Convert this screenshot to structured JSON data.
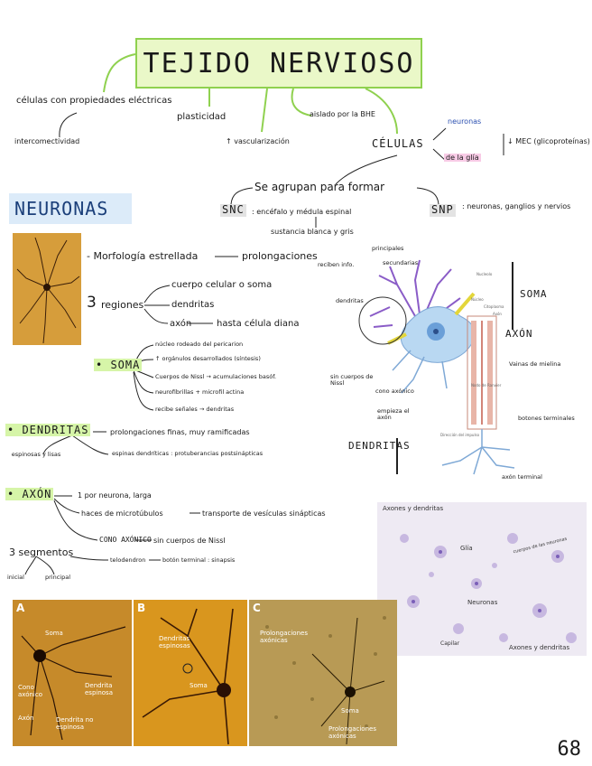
{
  "title": "TEJIDO NERVIOSO",
  "top_branches": {
    "celulas_props": "células con propiedades eléctricas",
    "intercon": "intercomectividad",
    "plasticidad": "plasticidad",
    "vasc": "↑ vascularización",
    "aislado": "aislado por la BHE",
    "celulas": "CÉLULAS",
    "neuronas_small": "neuronas",
    "glia_small": "de la glía",
    "mec": "↓ MEC (glicoproteínas)"
  },
  "agrupan": {
    "label": "Se agrupan para formar",
    "snc": "SNC",
    "snc_desc": ": encéfalo y médula espinal",
    "snc_desc2": "sustancia blanca y gris",
    "snp": "SNP",
    "snp_desc": ": neuronas, ganglios y nervios"
  },
  "neuronas": {
    "heading": "NEURONAS",
    "morfologia": "- Morfología estrellada",
    "prolongaciones": "prolongaciones",
    "regiones_n": "3",
    "regiones": "regiones",
    "cuerpo": "cuerpo celular o soma",
    "dendritas": "dendritas",
    "axon": "axón",
    "hasta": "hasta célula diana",
    "soma_label": "• SOMA",
    "soma_items": [
      "núcleo rodeado del pericarion",
      "↑ orgánulos desarrollados (síntesis)",
      "Cuerpos de Nissl → acumulaciones basóf.",
      "neurofibrillas + microfil actina",
      "recibe señales → dendritas"
    ],
    "dendritas_label": "• DENDRITAS",
    "dend_1": "prolongaciones finas, muy ramificadas",
    "dend_side": "espinosas y lisas",
    "dend_2": "espinas dendríticas : protuberancias postsinápticas",
    "axon_label": "• AXÓN",
    "axon_1": "1 por neurona, larga",
    "axon_2": "haces de microtúbulos",
    "axon_2b": "transporte de vesículas sinápticas",
    "cono": "CONO AXÓNICO",
    "cono_b": "sin cuerpos de Nissl",
    "segmentos": "3 segmentos",
    "seg_a": "inicial",
    "seg_b": "principal",
    "telodendron": "telodendron",
    "boton": "botón terminal : sinapsis"
  },
  "diagram": {
    "reciben": "reciben info.",
    "dendritas": "dendritas",
    "principales": "principales",
    "secundarias": "secundarias",
    "soma": "SOMA",
    "axon": "AXÓN",
    "vainas": "Vainas de mielina",
    "sin_cuerpos": "sin cuerpos de Nissl",
    "cono": "cono axónico",
    "empieza": "empieza el axón",
    "dendritas_big": "DENDRITAS",
    "botones": "botones terminales",
    "axon_terminal": "axón terminal",
    "tiny": [
      "Nucleolo",
      "Núcleo",
      "Citoplasma",
      "Axón",
      "Nodo de Ranvier",
      "Dirección del impulso"
    ]
  },
  "micrograph": {
    "axones_dendritas_top": "Axones y dendritas",
    "glia": "Glía",
    "neuronas": "Neuronas",
    "capilar": "Capilar",
    "axones_dendritas_bot": "Axones y dendritas",
    "diag": "cuerpos de las neuronas"
  },
  "panels": {
    "a": {
      "letter": "A",
      "soma": "Soma",
      "cono": "Cono axónico",
      "axon": "Axón",
      "dend_esp": "Dendrita espinosa",
      "dend_noesp": "Dendrita no espinosa"
    },
    "b": {
      "letter": "B",
      "dend": "Dendritas espinosas",
      "soma": "Soma"
    },
    "c": {
      "letter": "C",
      "prol_top": "Prolongaciones axónicas",
      "soma": "Soma",
      "prol_bot": "Prolongaciones axónicas"
    }
  },
  "page_number": "68",
  "colors": {
    "green": "#8fd14f",
    "blue_box": "#dcebf9",
    "pink": "#f8cbe6"
  }
}
